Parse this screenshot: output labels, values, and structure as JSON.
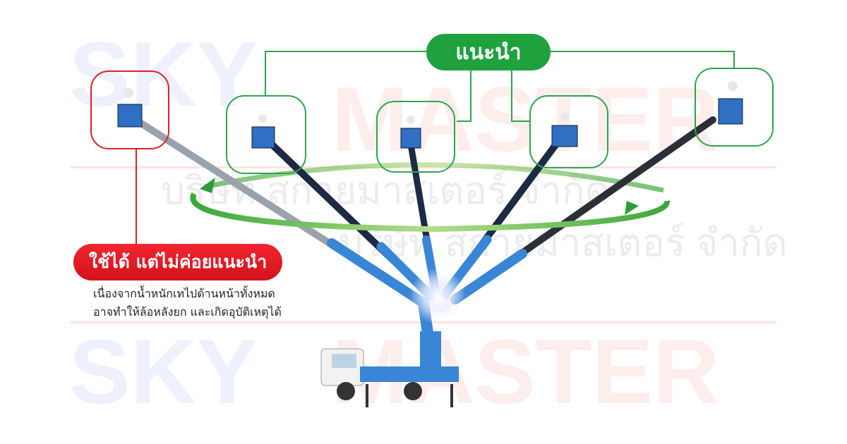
{
  "watermark": {
    "brand_sky": "SKY",
    "brand_master": "MASTER",
    "company_th": "บริษัท สกายมาสเตอร์ จำกัด"
  },
  "labels": {
    "recommended": "แนะนำ",
    "not_recommended": "ใช้ได้ แต่ไม่ค่อยแนะนำ",
    "warning_line1": "เนื่องจากน้ำหนักเทไปด้านหน้าทั้งหมด",
    "warning_line2": "อาจทำให้ล้อหลังยก และเกิดอุบัติเหตุได้"
  },
  "colors": {
    "recommended": "#1fa13d",
    "not_recommended": "#e0202a",
    "boom_blue": "#3a86d6",
    "boom_dark": "#1c2a44"
  }
}
